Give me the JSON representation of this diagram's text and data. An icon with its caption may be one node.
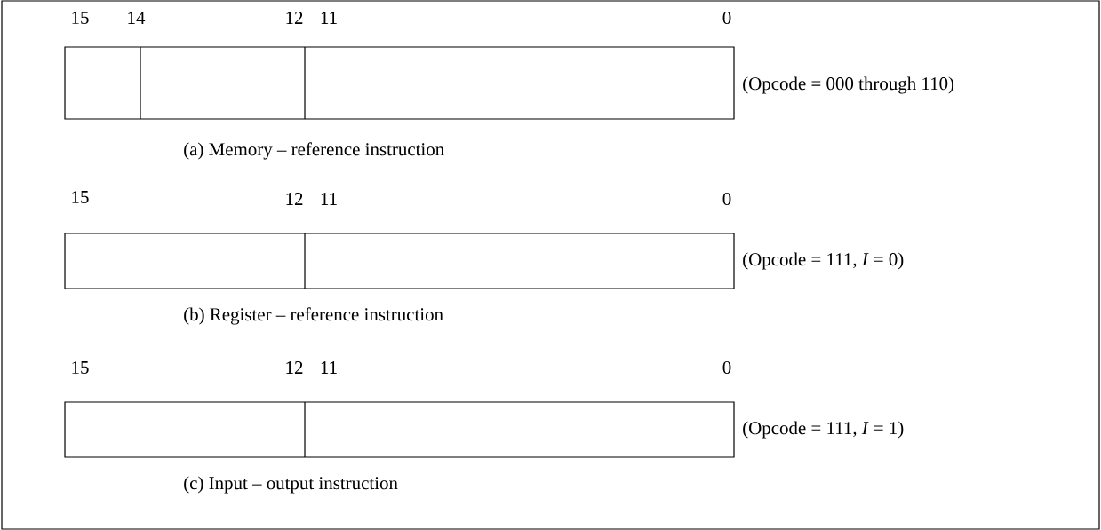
{
  "diagram": {
    "labels": [
      "15",
      "14",
      "12",
      "11",
      "0",
      "(Opcode = 000 through 110)",
      "(a) Memory – reference instruction",
      "15",
      "12",
      "11",
      "0",
      "(Opcode = 111, *I* = 0)",
      "(b) Register – reference instruction",
      "15",
      "12",
      "11",
      "0",
      "(Opcode = 111, *I* = 1)",
      "(c) Input – output instruction"
    ]
  }
}
